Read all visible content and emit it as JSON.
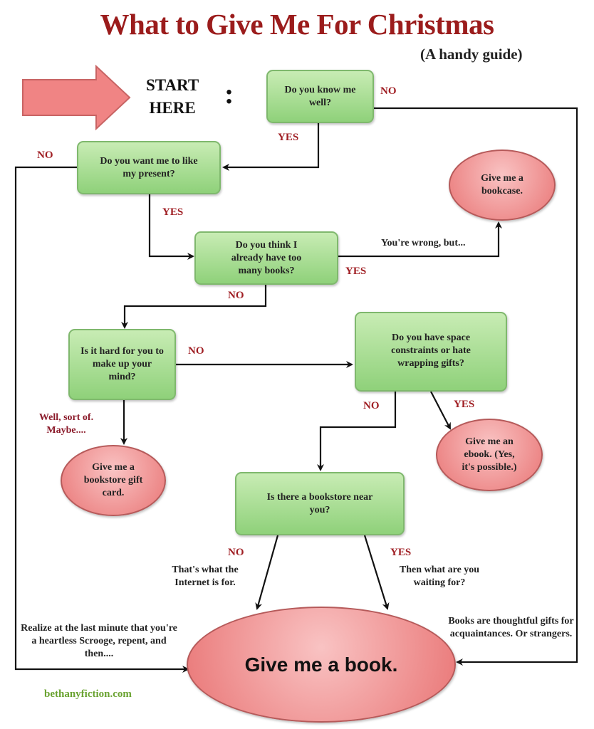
{
  "title": "What to Give Me For Christmas",
  "subtitle": "(A handy guide)",
  "start": {
    "line1": "START",
    "line2": "HERE",
    "colon": ":"
  },
  "nodes": {
    "know_me": "Do you know me well?",
    "like_present": "Do you want me to like my present?",
    "too_many_books": "Do you think I already have too many books?",
    "hard_mind": "Is it hard for you to make up your mind?",
    "space": "Do you have space constraints or hate wrapping gifts?",
    "bookstore_near": "Is there a bookstore near you?",
    "bookcase": "Give me a bookcase.",
    "ebook": "Give me an ebook. (Yes, it's possible.)",
    "gift_card": "Give me a bookstore gift card.",
    "book": "Give me a book."
  },
  "labels": {
    "know_no": "NO",
    "know_yes": "YES",
    "like_no": "NO",
    "like_yes": "YES",
    "books_yes": "YES",
    "books_no": "NO",
    "books_yes_note": "You're wrong, but...",
    "mind_no": "NO",
    "mind_maybe": "Well, sort of. Maybe....",
    "space_no": "NO",
    "space_yes": "YES",
    "store_no": "NO",
    "store_no_note": "That's what the Internet is for.",
    "store_yes": "YES",
    "store_yes_note": "Then what are you waiting for?",
    "left_note": "Realize at the last minute that you're a heartless Scrooge, repent, and then....",
    "right_note": "Books are thoughtful gifts for acquaintances. Or strangers."
  },
  "credit": "bethanyfiction.com",
  "colors": {
    "title": "#9b1c1c",
    "question": "#a8de92",
    "answer": "#ef8e8e",
    "credit": "#6aa331"
  }
}
